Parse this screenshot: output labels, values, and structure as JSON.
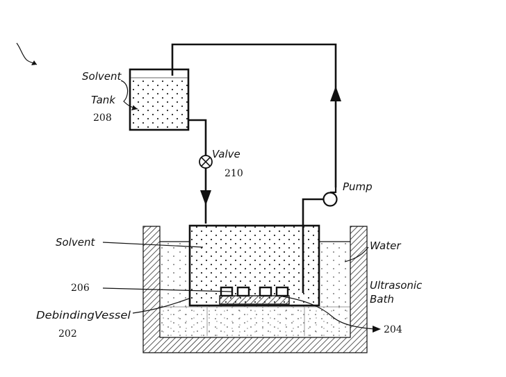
{
  "labels": {
    "solvent_tank_line1": "Solvent",
    "solvent_tank_line2": "Tank",
    "solvent_tank_num": "208",
    "valve": "Valve",
    "valve_num": "210",
    "pump": "Pump",
    "solvent": "Solvent",
    "water": "Water",
    "ultrasonic_line1": "Ultrasonic",
    "ultrasonic_line2": "Bath",
    "part_num": "206",
    "vessel": "DebindingVessel",
    "vessel_num": "202",
    "bath_num": "204"
  }
}
